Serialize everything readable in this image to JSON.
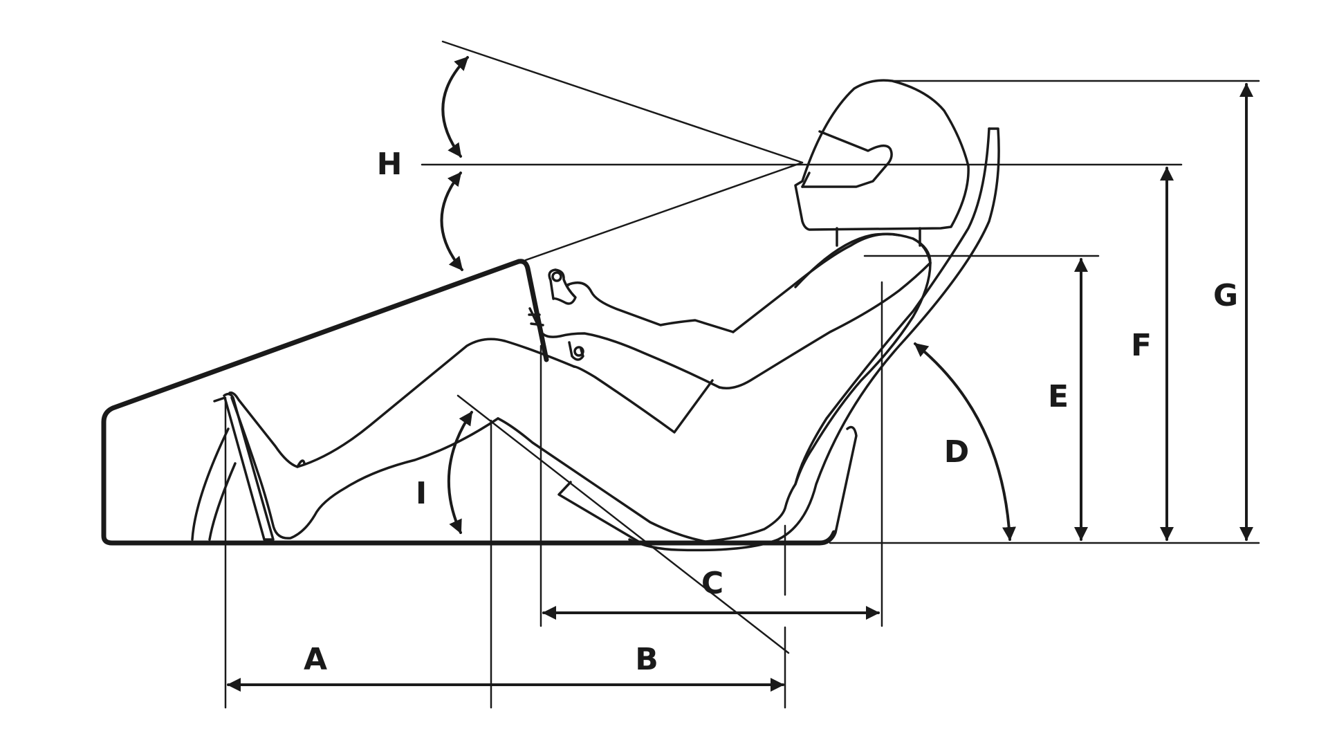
{
  "diagram": {
    "labels": {
      "a": "A",
      "b": "B",
      "c": "C",
      "d": "D",
      "e": "E",
      "f": "F",
      "g": "G",
      "h": "H",
      "i": "I"
    },
    "colors": {
      "ink": "#1a1a1a",
      "background": "#ffffff"
    }
  }
}
